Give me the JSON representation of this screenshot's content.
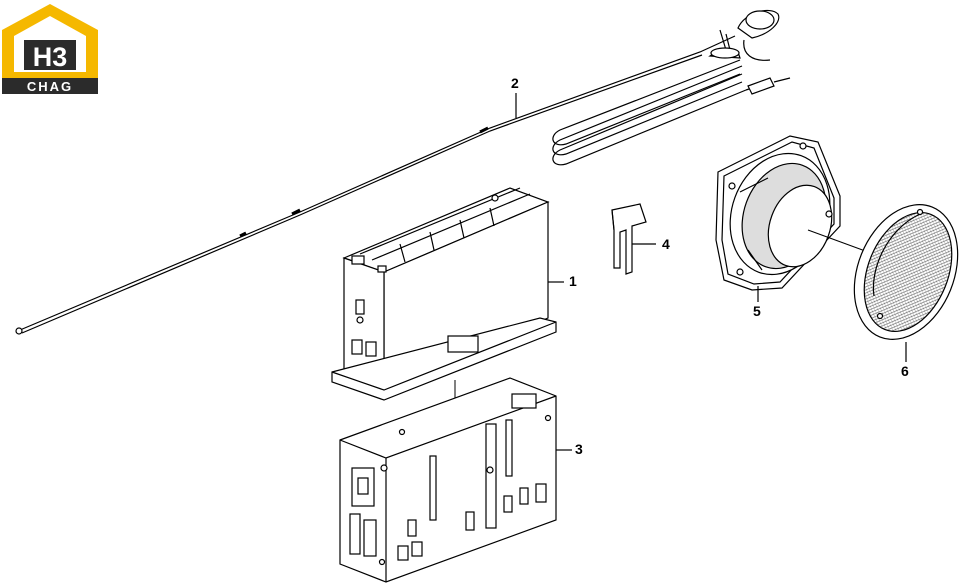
{
  "logo": {
    "mark": "H3",
    "caption": "CHAG",
    "accent_color": "#f5b800",
    "dark_color": "#2b2b2b"
  },
  "callouts": [
    {
      "id": "1",
      "label": "1"
    },
    {
      "id": "2",
      "label": "2"
    },
    {
      "id": "3",
      "label": "3"
    },
    {
      "id": "4",
      "label": "4"
    },
    {
      "id": "5",
      "label": "5"
    },
    {
      "id": "6",
      "label": "6"
    }
  ],
  "parts": [
    {
      "number": "1",
      "icon": "radio-unit-icon"
    },
    {
      "number": "2",
      "icon": "antenna-icon"
    },
    {
      "number": "3",
      "icon": "mounting-bracket-icon"
    },
    {
      "number": "4",
      "icon": "removal-key-icon"
    },
    {
      "number": "5",
      "icon": "speaker-icon"
    },
    {
      "number": "6",
      "icon": "speaker-grille-icon"
    }
  ]
}
